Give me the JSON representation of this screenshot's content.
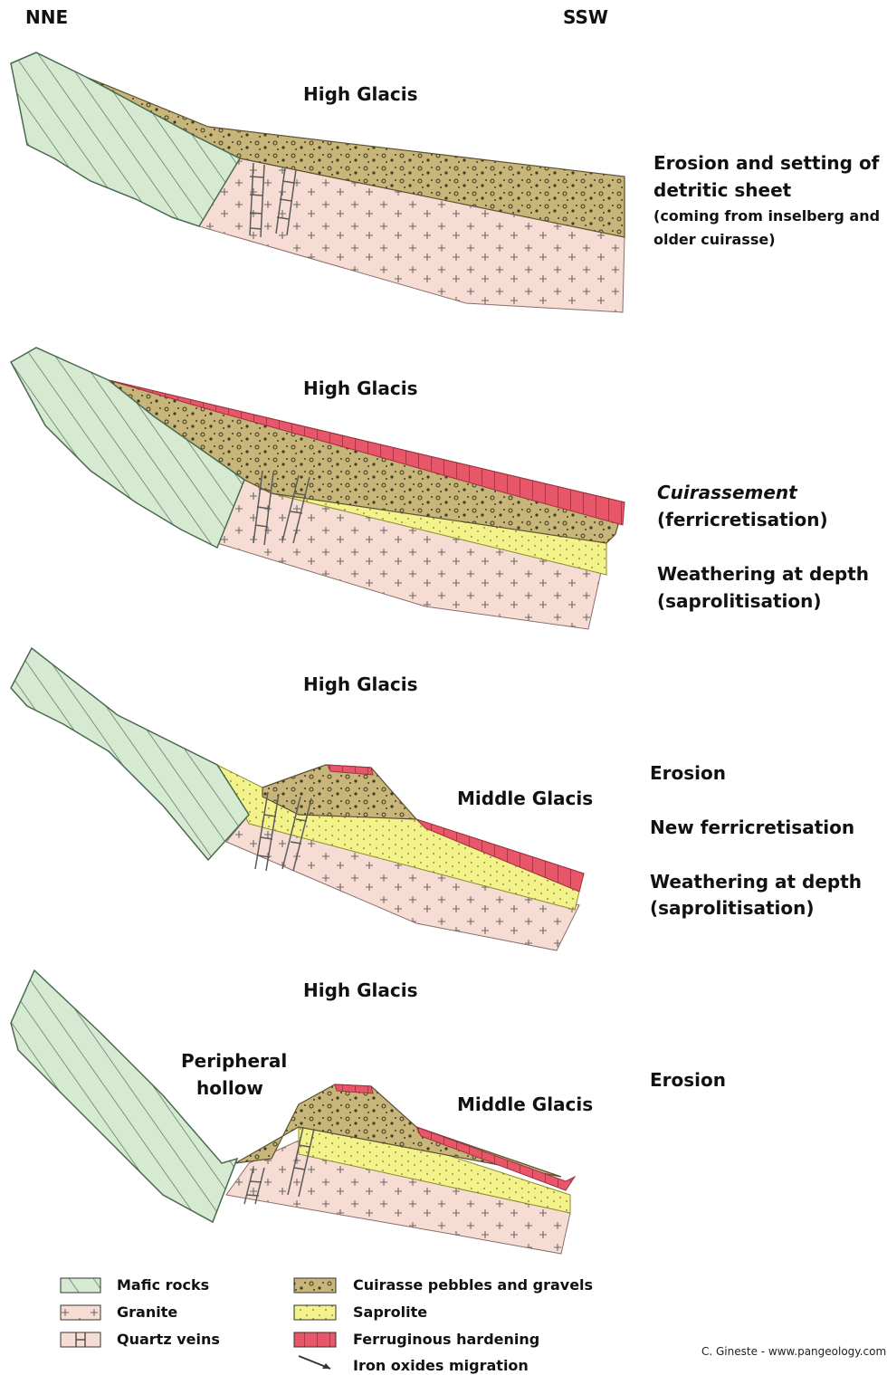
{
  "header": {
    "left": "NNE",
    "right": "SSW"
  },
  "panels": [
    {
      "high_glacis": "High Glacis",
      "notes": [
        "Erosion and setting of",
        "detritic sheet",
        "(coming from inselberg and",
        "older cuirasse)"
      ]
    },
    {
      "high_glacis": "High Glacis",
      "note1": [
        "Cuirassement",
        "(ferricretisation)"
      ],
      "note2": [
        "Weathering at depth",
        "(saprolitisation)"
      ]
    },
    {
      "high_glacis": "High Glacis",
      "middle_glacis": "Middle Glacis",
      "notes": [
        "Erosion",
        "New ferricretisation",
        "Weathering at depth",
        "(saprolitisation)"
      ]
    },
    {
      "high_glacis": "High Glacis",
      "peripheral": [
        "Peripheral",
        "hollow"
      ],
      "middle_glacis": "Middle Glacis",
      "notes": [
        "Erosion"
      ]
    }
  ],
  "legend": {
    "mafic": "Mafic rocks",
    "granite": "Granite",
    "quartz": "Quartz veins",
    "cuirasse": "Cuirasse pebbles and gravels",
    "saprolite": "Saprolite",
    "ferruginous": "Ferruginous hardening",
    "iron": "Iron oxides migration"
  },
  "credit": "C. Gineste - www.pangeology.com",
  "colors": {
    "mafic": "#d6ead2",
    "granite": "#f6dcd2",
    "cuirasse": "#c7b57a",
    "saprolite": "#f4f28a",
    "ferruginous": "#e8566a"
  }
}
